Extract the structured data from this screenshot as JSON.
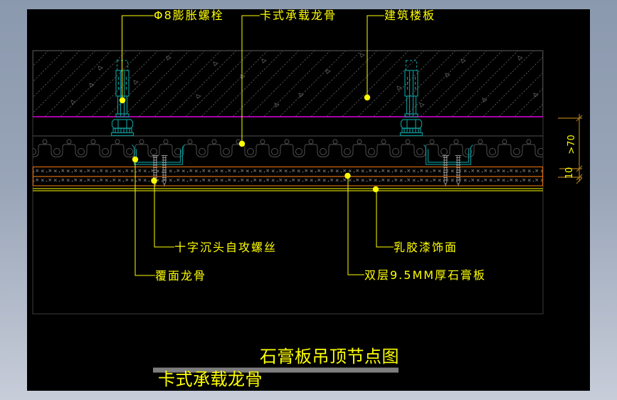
{
  "drawing": {
    "type": "cad-ceiling-detail",
    "callouts": {
      "expansion_bolt": {
        "label": "Φ8膨胀螺栓"
      },
      "carrier_keel": {
        "label": "卡式承载龙骨"
      },
      "floor_slab": {
        "label": "建筑楼板"
      },
      "self_tapping_screw": {
        "label": "十字沉头自攻螺丝"
      },
      "furring_keel": {
        "label": "覆面龙骨"
      },
      "latex_paint_finish": {
        "label": "乳胶漆饰面"
      },
      "gypsum_board": {
        "label": "双层9.5MM厚石膏板"
      }
    },
    "dimensions": {
      "hanger_clearance": ">70",
      "board_thickness": "10"
    },
    "footer": {
      "title": "石膏板吊顶节点图",
      "selected_text": "卡式承载龙骨"
    },
    "colors": {
      "annotation_yellow": "#ffff00",
      "slab_line_magenta": "#dd00dd",
      "hardware_teal": "#0b9191",
      "board_orange": "#d2690f",
      "dimension_orange": "#a87a1a",
      "outline_gray": "#4f4f4f",
      "canvas_black": "#000000",
      "chrome_blue_gray": "#8b99ae",
      "highlight_bar_gray": "#7e7e7e"
    }
  }
}
